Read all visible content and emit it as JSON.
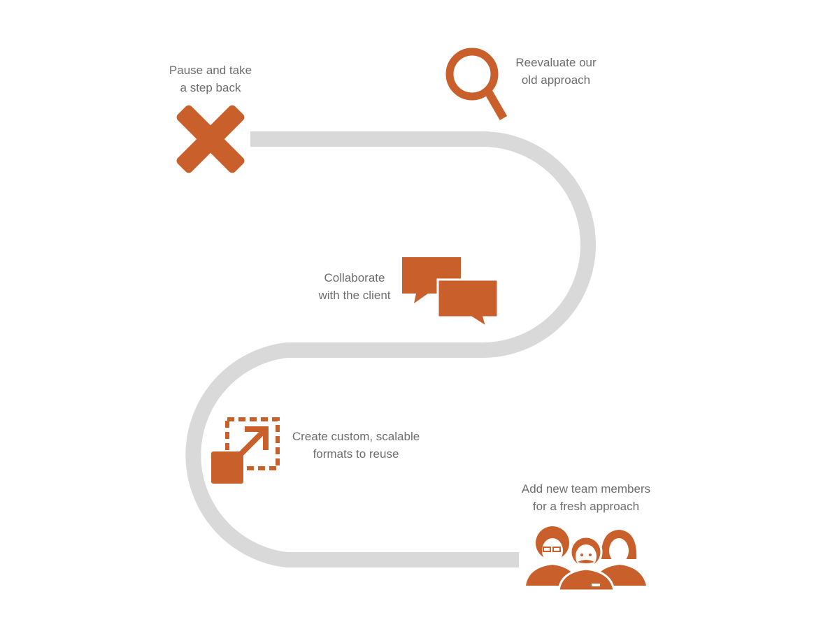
{
  "colors": {
    "accent": "#c9602b",
    "path": "#d9d9d9",
    "text": "#6d6d6d"
  },
  "steps": [
    {
      "icon": "close-icon",
      "lines": [
        "Pause and take",
        "a step back"
      ]
    },
    {
      "icon": "search-icon",
      "lines": [
        "Reevaluate our",
        "old approach"
      ]
    },
    {
      "icon": "chat-bubbles-icon",
      "lines": [
        "Collaborate",
        "with the client"
      ]
    },
    {
      "icon": "scale-up-icon",
      "lines": [
        "Create custom, scalable",
        "formats to reuse"
      ]
    },
    {
      "icon": "team-icon",
      "lines": [
        "Add new team members",
        "for a fresh approach"
      ]
    }
  ]
}
